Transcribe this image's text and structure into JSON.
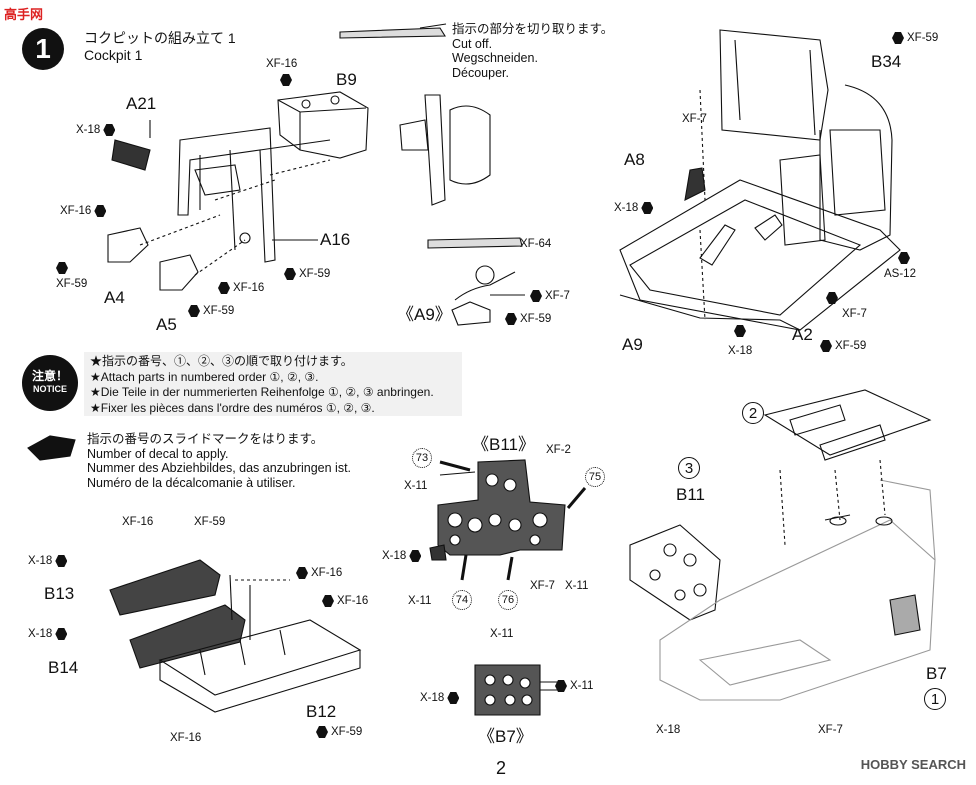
{
  "watermark_top": "高手网",
  "step": {
    "number": "1",
    "title": "コクピットの組み立て 1",
    "subtitle": "Cockpit 1"
  },
  "cut_off": {
    "lines": [
      "指示の部分を切り取ります。",
      "Cut off.",
      "Wegschneiden.",
      "Découper."
    ]
  },
  "notice": {
    "badge_jp": "注意！",
    "badge_en": "NOTICE",
    "lines": [
      "★指示の番号、①、②、③の順で取り付けます。",
      "★Attach parts in numbered order ①, ②, ③.",
      "★Die Teile in der nummerierten Reihenfolge ①, ②, ③ anbringen.",
      "★Fixer les pièces dans l'ordre des numéros ①, ②, ③."
    ]
  },
  "decal": {
    "lines": [
      "指示の番号のスライドマークをはります。",
      "Number of decal to apply.",
      "Nummer des Abziehbildes, das anzubringen ist.",
      "Numéro de la décalcomanie à utiliser."
    ]
  },
  "parts": {
    "B9": "B9",
    "A21": "A21",
    "A16": "A16",
    "A4": "A4",
    "A5": "A5",
    "A9_detail": "《A9》",
    "B34": "B34",
    "A8": "A8",
    "A9": "A9",
    "A2": "A2",
    "B11_detail": "《B11》",
    "B7_detail": "《B7》",
    "B13": "B13",
    "B14": "B14",
    "B12": "B12",
    "B11": "B11",
    "B7": "B7"
  },
  "paints": {
    "xf16": "XF-16",
    "xf59": "XF-59",
    "x18": "X-18",
    "xf64": "XF-64",
    "xf7": "XF-7",
    "as12": "AS-12",
    "xf2": "XF-2",
    "x11": "X-11"
  },
  "order": {
    "one": "1",
    "two": "2",
    "three": "3"
  },
  "decals": {
    "d73": "73",
    "d74": "74",
    "d75": "75",
    "d76": "76"
  },
  "page_number": "2",
  "watermark": "HOBBY SEARCH"
}
